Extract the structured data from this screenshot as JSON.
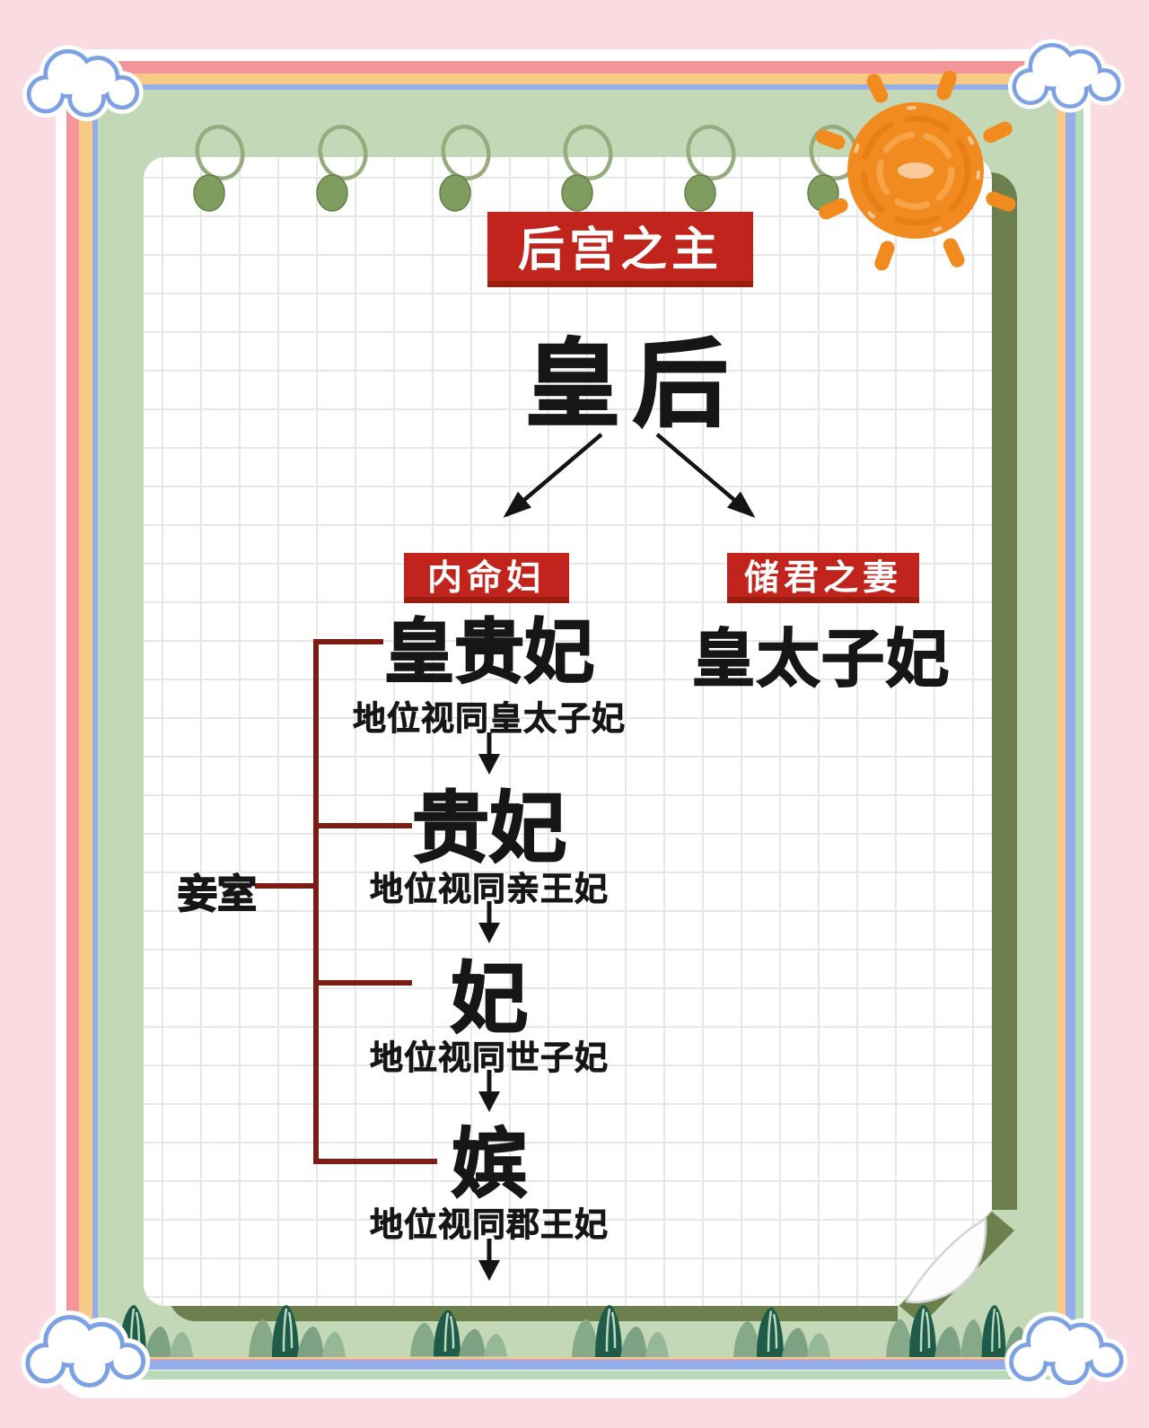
{
  "diagram": {
    "root": {
      "badge": "后宫之主",
      "name": "皇后"
    },
    "right_branch": {
      "badge": "储君之妻",
      "name": "皇太子妃"
    },
    "left_branch": {
      "badge": "内命妇"
    },
    "side_label": "妾室",
    "ranks": [
      {
        "name": "皇贵妃",
        "note": "地位视同皇太子妃"
      },
      {
        "name": "贵妃",
        "note": "地位视同亲王妃"
      },
      {
        "name": "妃",
        "note": "地位视同世子妃"
      },
      {
        "name": "嫔",
        "note": "地位视同郡王妃"
      }
    ]
  },
  "icons": [
    "sun-icon",
    "cloud-icon",
    "binder-ring-icon",
    "grass-icon",
    "down-arrow-icon",
    "split-arrow-icon"
  ],
  "colors": {
    "background_pink": "#fadbe1",
    "frame_salmon": "#f4959c",
    "frame_yellow": "#f8ca85",
    "frame_blue": "#93aee9",
    "frame_light_green": "#b5dbb8",
    "panel_green": "#c3d8b6",
    "paper_shadow_olive": "#6e7f4e",
    "badge_red": "#c0241c",
    "bracket_dark_red": "#7d1c13",
    "text_black": "#161616",
    "sun_orange": "#f28b1f",
    "cloud_outline_blue": "#7ca2e3",
    "ring_dot_green": "#7e9d5f"
  }
}
